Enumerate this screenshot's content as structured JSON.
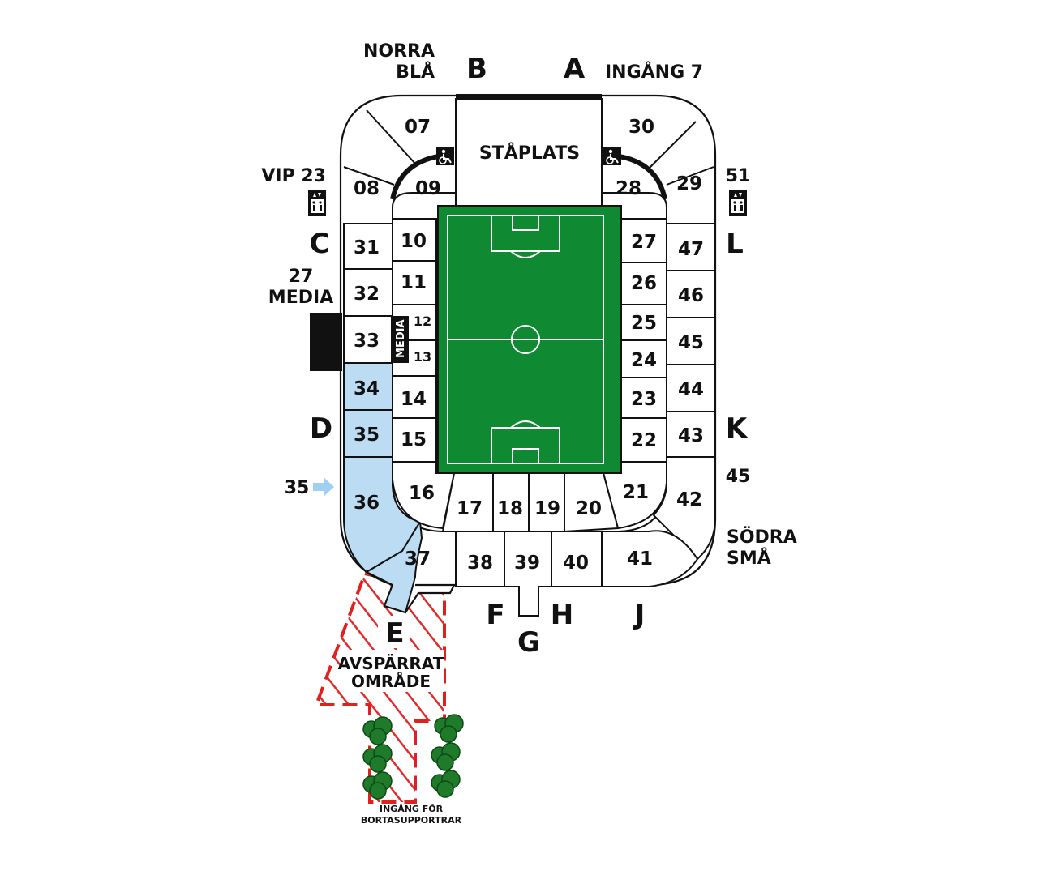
{
  "entrances": {
    "norra_bla_1": "NORRA",
    "norra_bla_2": "BLÅ",
    "B": "B",
    "A": "A",
    "ingang7": "INGÅNG 7",
    "vip23": "VIP 23",
    "e51": "51",
    "C": "C",
    "L": "L",
    "media27_1": "27",
    "media27_2": "MEDIA",
    "D": "D",
    "K": "K",
    "e35": "35",
    "e45": "45",
    "sodra_sma_1": "SÖDRA",
    "sodra_sma_2": "SMÅ",
    "E": "E",
    "F": "F",
    "G": "G",
    "H": "H",
    "J": "J"
  },
  "staplats": "STÅPLATS",
  "media_booth": "MEDIA",
  "sections": {
    "s07": "07",
    "s30": "30",
    "s08": "08",
    "s09": "09",
    "s28": "28",
    "s29": "29",
    "s31": "31",
    "s32": "32",
    "s33": "33",
    "s34": "34",
    "s35": "35",
    "s36": "36",
    "s37": "37",
    "s10": "10",
    "s11": "11",
    "s12": "12",
    "s13": "13",
    "s14": "14",
    "s15": "15",
    "s16": "16",
    "s17": "17",
    "s18": "18",
    "s19": "19",
    "s20": "20",
    "s21": "21",
    "s27": "27",
    "s26": "26",
    "s25": "25",
    "s24": "24",
    "s23": "23",
    "s22": "22",
    "s47": "47",
    "s46": "46",
    "s45": "45",
    "s44": "44",
    "s43": "43",
    "s42": "42",
    "s38": "38",
    "s39": "39",
    "s40": "40",
    "s41": "41"
  },
  "restricted": {
    "line1": "AVSPÄRRAT",
    "line2": "OMRÅDE"
  },
  "away_entrance": {
    "line1": "INGÅNG FÖR",
    "line2": "BORTASUPPORTRAR"
  },
  "colors": {
    "pitch": "#0f8a32",
    "away_sections": "#bcdcf3",
    "restricted": "#e02020",
    "trees": "#1f7a2a",
    "outline": "#111111"
  },
  "icons": {
    "wheelchair": "wheelchair-icon",
    "elevator": "elevator-icon",
    "arrow": "arrow-right-icon",
    "tree": "tree-icon"
  }
}
